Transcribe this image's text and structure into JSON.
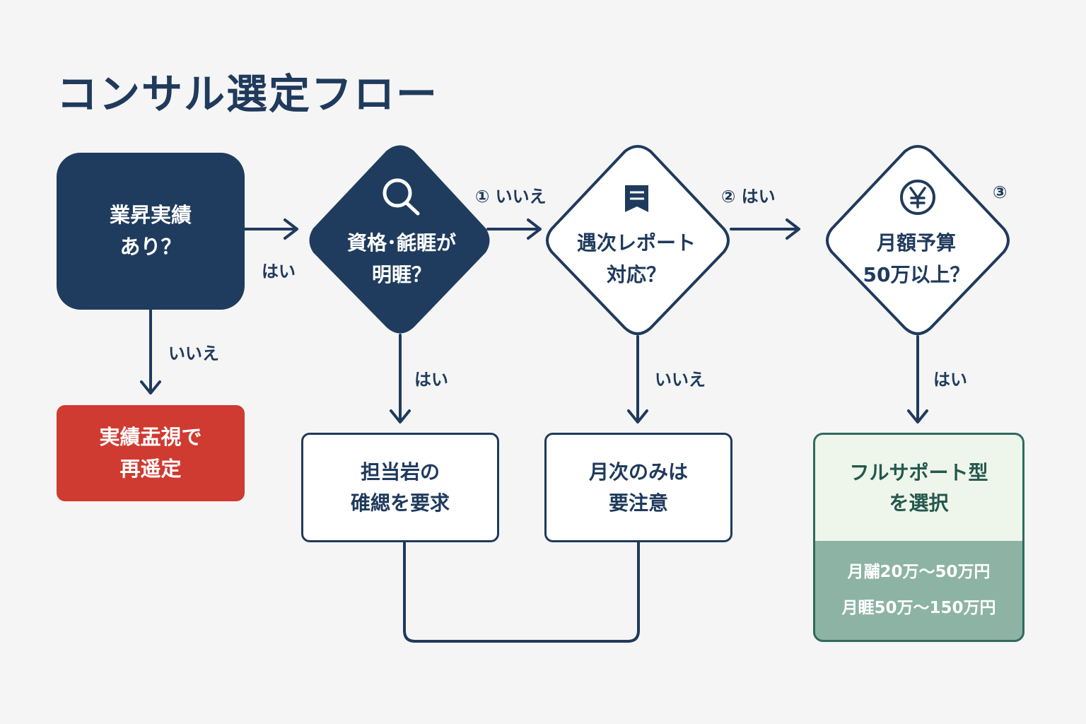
{
  "title": "コンサル選定フロー",
  "colors": {
    "navy": "#1f3c5e",
    "red": "#cf3a31",
    "green_dark": "#2f6b5c",
    "green_light": "#eef5ea",
    "green_mid": "#8db3a4",
    "background": "#f5f5f5"
  },
  "nodes": {
    "start": {
      "line1": "業昇実績",
      "line2": "あり？"
    },
    "reject": {
      "line1": "実績盂視で",
      "line2": "再遥定"
    },
    "decision1": {
      "line1": "資格･毹睚が",
      "line2": "明睚？",
      "icon": "search-icon"
    },
    "decision2": {
      "line1": "遇次レポート",
      "line2": "対応？",
      "icon": "report-icon"
    },
    "decision3": {
      "line1": "月額予算",
      "line2": "50万以上？",
      "icon": "yen-icon"
    },
    "action1": {
      "line1": "担当岩の",
      "line2": "碓緦を要求"
    },
    "action2": {
      "line1": "月次のみは",
      "line2": "要注意"
    },
    "final": {
      "line1": "フルサポート型",
      "line2": "を選択",
      "price1": "月鬴20万～50万円",
      "price2": "月睚50万～150万円"
    }
  },
  "labels": {
    "start_yes": "はい",
    "start_no": "いいえ",
    "d1_no": "① いいえ",
    "d1_yes": "はい",
    "d2_yes": "② はい",
    "d2_no": "いいえ",
    "d3_yes": "はい",
    "d3_num": "③"
  }
}
